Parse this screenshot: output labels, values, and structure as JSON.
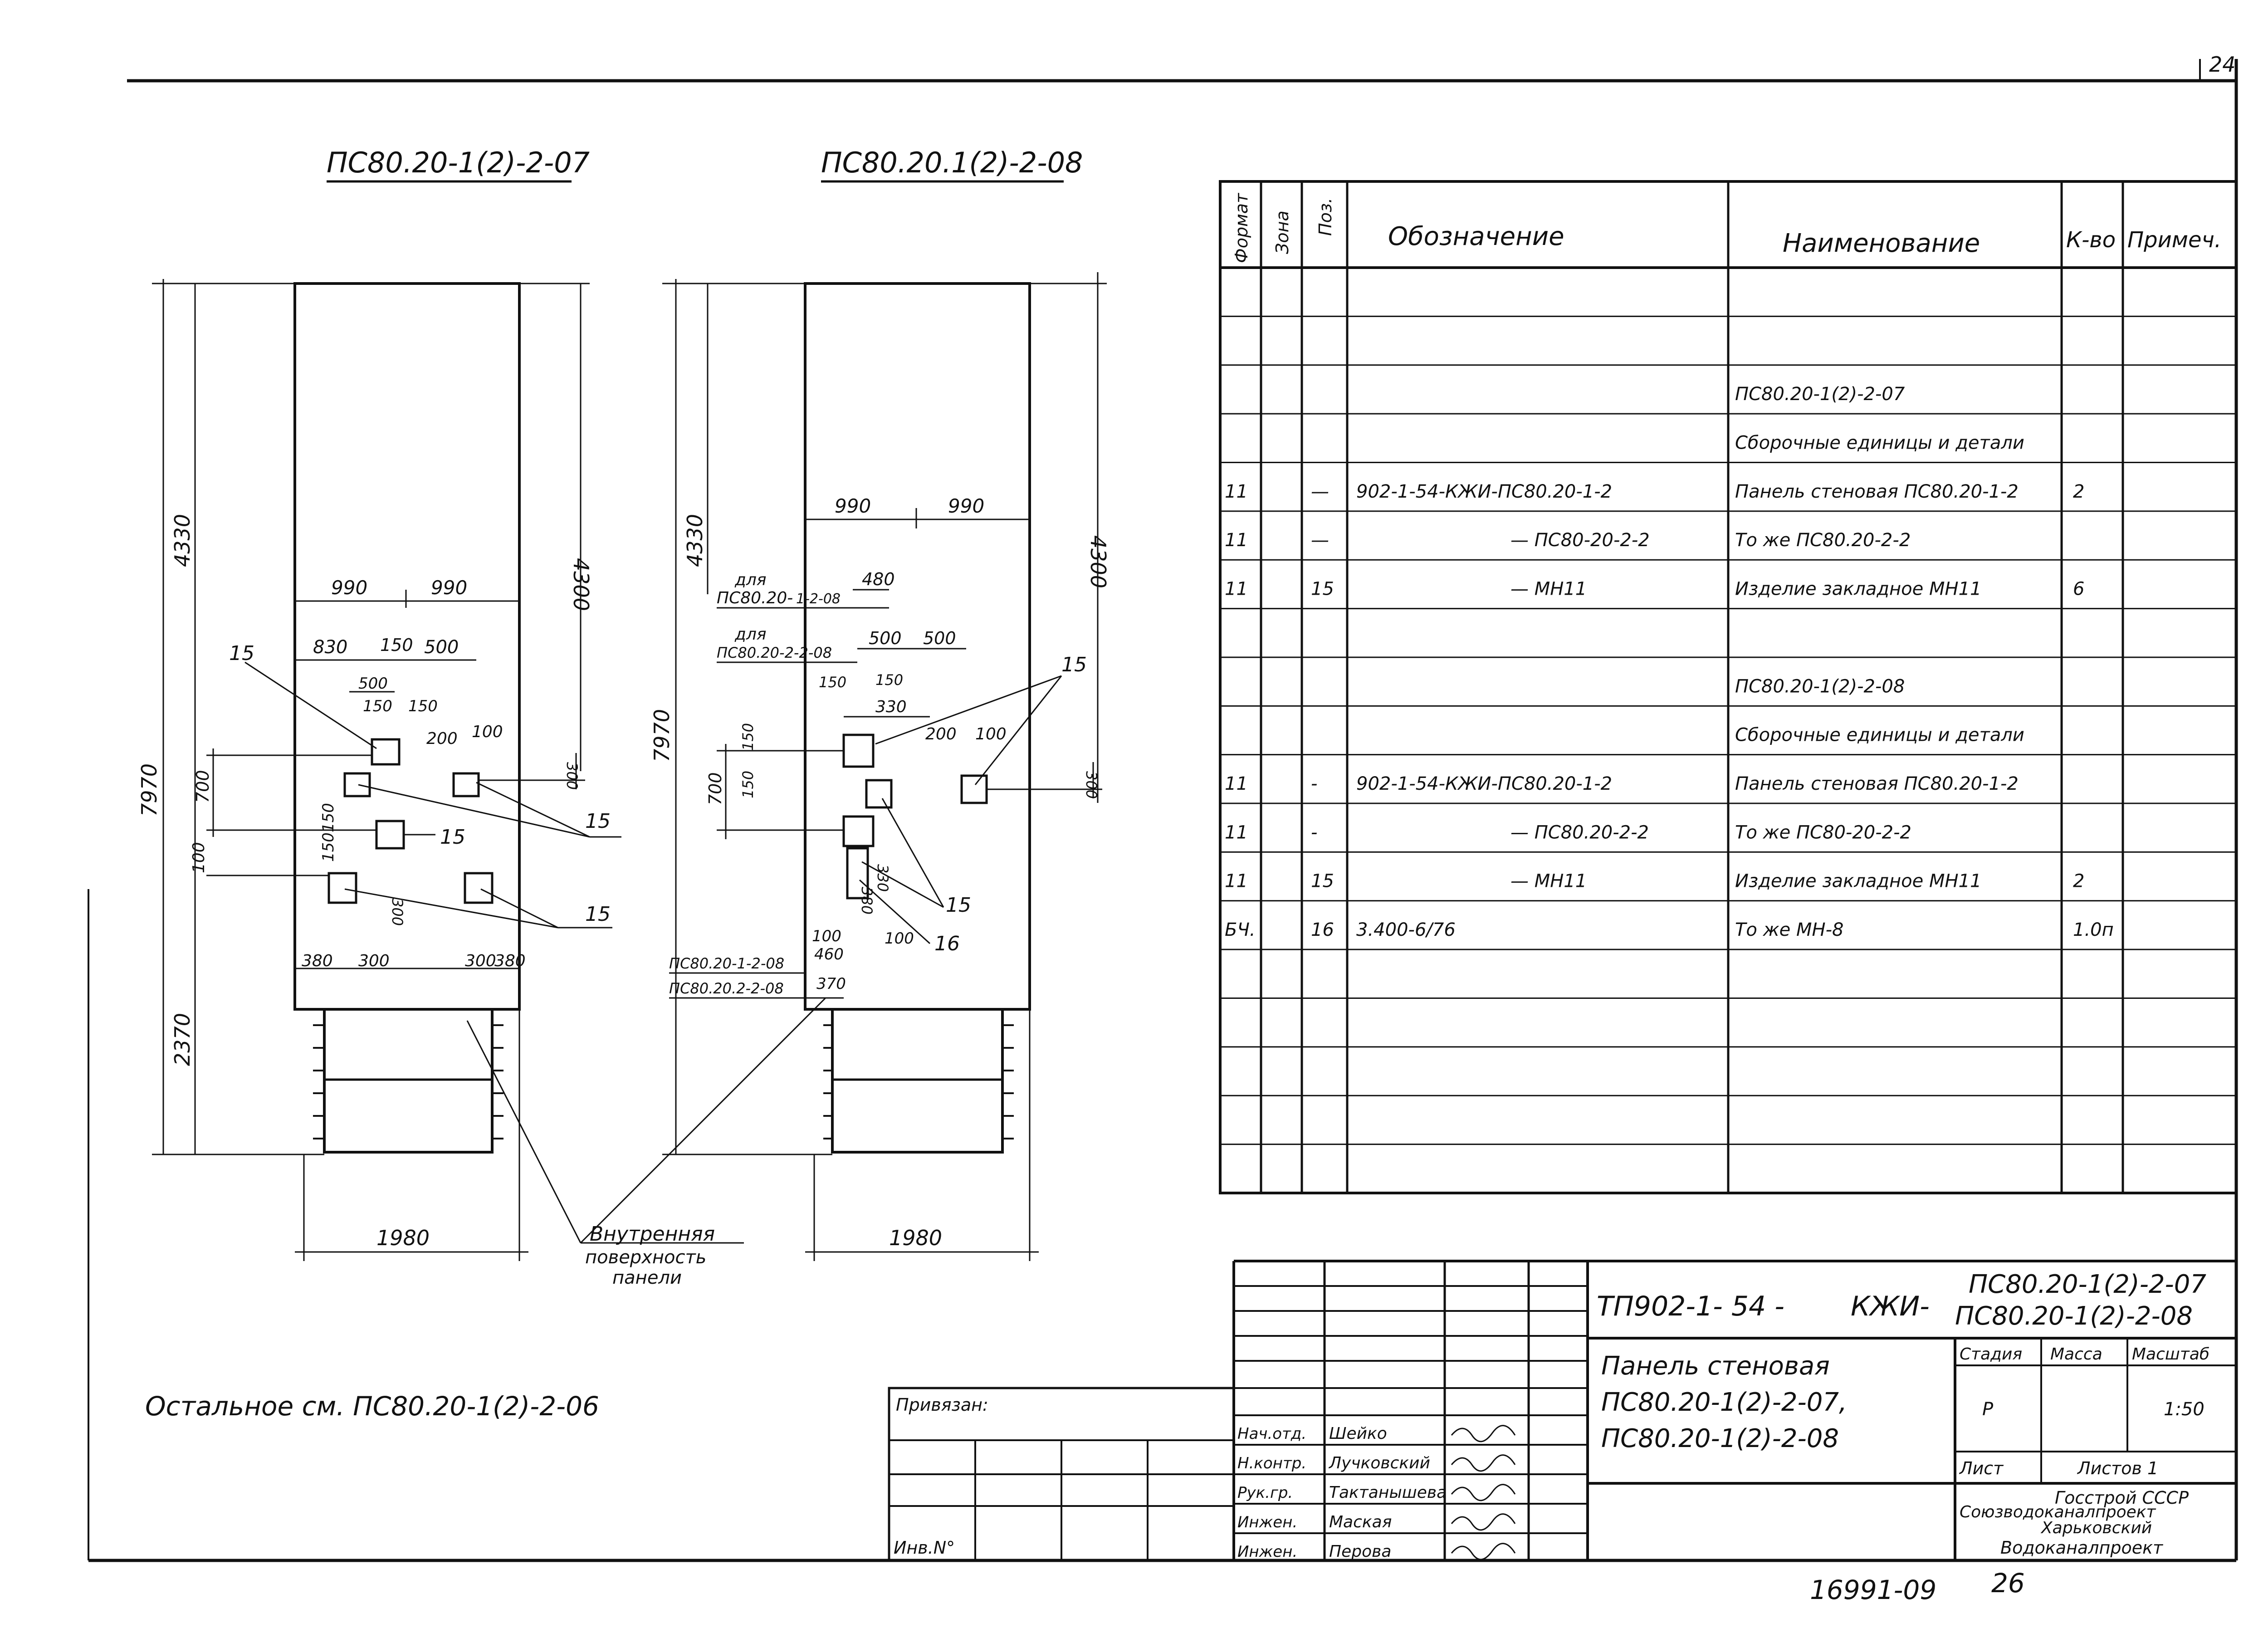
{
  "sheet": {
    "number": "24",
    "bottom_code": "16991-09",
    "bottom_page": "26"
  },
  "drawing1": {
    "title": "ПС80.20-1(2)-2-07",
    "dims": {
      "total_h": "7970",
      "upper_h": "4330",
      "right_h": "4300",
      "lower_h": "2370",
      "w_left": "990",
      "w_right": "990",
      "d830": "830",
      "d150": "150",
      "d500": "500",
      "d500b": "500",
      "d150b": "150",
      "d150c": "150",
      "d200": "200",
      "d100": "100",
      "d700": "700",
      "d150d": "150",
      "d150e": "150",
      "d100b": "100",
      "d300v": "300",
      "d300r": "300",
      "d300r2": "300",
      "b380": "380",
      "b300": "300",
      "b300r": "300",
      "b380r": "380",
      "width": "1980"
    },
    "callouts": {
      "p1": "15",
      "p2": "15",
      "p3": "15",
      "p4": "15"
    }
  },
  "drawing2": {
    "title": "ПС80.20.1(2)-2-08",
    "dims": {
      "total_h": "7970",
      "upper_h": "4330",
      "right_h": "4300",
      "w_left": "990",
      "w_right": "990",
      "d480": "480",
      "d500": "500",
      "d500b": "500",
      "d150": "150",
      "d150b": "150",
      "d330": "330",
      "d200": "200",
      "d100": "100",
      "d700": "700",
      "d150v": "150",
      "d150v2": "150",
      "d300": "300",
      "d100b": "100",
      "d460": "460",
      "d100c": "100",
      "d370": "370",
      "d330v": "330",
      "d380": "380",
      "width": "1980"
    },
    "labels": {
      "for1": "для",
      "for1b": "ПС80.20-",
      "for1c": "1-2-08",
      "for2": "для",
      "for2b": "ПС80.20-2-2-08",
      "ref1": "ПС80.20-1-2-08",
      "ref2": "ПС80.20.2-2-08"
    },
    "callouts": {
      "p1": "15",
      "p2": "15",
      "p3": "16"
    }
  },
  "inner_surface": {
    "line1": "Внутренняя",
    "line2": "поверхность",
    "line3": "панели"
  },
  "note": "Остальное см. ПС80.20-1(2)-2-06",
  "spec": {
    "headers": [
      "Формат",
      "Зона",
      "Поз.",
      "Обозначение",
      "Наименование",
      "К-во",
      "Примеч."
    ],
    "rows": [
      {
        "f": "",
        "z": "",
        "p": "",
        "d": "",
        "n": "",
        "q": "",
        "r": ""
      },
      {
        "f": "",
        "z": "",
        "p": "",
        "d": "",
        "n": "",
        "q": "",
        "r": ""
      },
      {
        "f": "",
        "z": "",
        "p": "",
        "d": "",
        "n": "ПС80.20-1(2)-2-07",
        "q": "",
        "r": ""
      },
      {
        "f": "",
        "z": "",
        "p": "",
        "d": "",
        "n": "Сборочные единицы и детали",
        "q": "",
        "r": ""
      },
      {
        "f": "11",
        "z": "",
        "p": "—",
        "d": "902-1-54-КЖИ-ПС80.20-1-2",
        "n": "Панель стеновая ПС80.20-1-2",
        "q": "2",
        "r": ""
      },
      {
        "f": "11",
        "z": "",
        "p": "—",
        "d": "— ПС80-20-2-2",
        "n": "То же       ПС80.20-2-2",
        "q": "",
        "r": ""
      },
      {
        "f": "11",
        "z": "",
        "p": "15",
        "d": "— МН11",
        "n": "Изделие закладное МН11",
        "q": "6",
        "r": ""
      },
      {
        "f": "",
        "z": "",
        "p": "",
        "d": "",
        "n": "",
        "q": "",
        "r": ""
      },
      {
        "f": "",
        "z": "",
        "p": "",
        "d": "",
        "n": "ПС80.20-1(2)-2-08",
        "q": "",
        "r": ""
      },
      {
        "f": "",
        "z": "",
        "p": "",
        "d": "",
        "n": "Сборочные единицы и детали",
        "q": "",
        "r": ""
      },
      {
        "f": "11",
        "z": "",
        "p": "-",
        "d": "902-1-54-КЖИ-ПС80.20-1-2",
        "n": "Панель стеновая ПС80.20-1-2",
        "q": "",
        "r": ""
      },
      {
        "f": "11",
        "z": "",
        "p": "-",
        "d": "— ПС80.20-2-2",
        "n": "То же       ПС80-20-2-2",
        "q": "",
        "r": ""
      },
      {
        "f": "11",
        "z": "",
        "p": "15",
        "d": "— МН11",
        "n": "Изделие закладное МН11",
        "q": "2",
        "r": ""
      },
      {
        "f": "БЧ.",
        "z": "",
        "p": "16",
        "d": "3.400-6/76",
        "n": "То же        МН-8",
        "q": "1.0п",
        "r": ""
      },
      {
        "f": "",
        "z": "",
        "p": "",
        "d": "",
        "n": "",
        "q": "",
        "r": ""
      },
      {
        "f": "",
        "z": "",
        "p": "",
        "d": "",
        "n": "",
        "q": "",
        "r": ""
      },
      {
        "f": "",
        "z": "",
        "p": "",
        "d": "",
        "n": "",
        "q": "",
        "r": ""
      },
      {
        "f": "",
        "z": "",
        "p": "",
        "d": "",
        "n": "",
        "q": "",
        "r": ""
      },
      {
        "f": "",
        "z": "",
        "p": "",
        "d": "",
        "n": "",
        "q": "",
        "r": ""
      }
    ]
  },
  "title_block": {
    "code": "ТП902-1- 54 -",
    "kzhi": "КЖИ-",
    "mark1": "ПС80.20-1(2)-2-07",
    "mark2": "ПС80.20-1(2)-2-08",
    "name1": "Панель стеновая",
    "name2": "ПС80.20-1(2)-2-07,",
    "name3": "ПС80.20-1(2)-2-08",
    "stage_h": "Стадия",
    "mass_h": "Масса",
    "scale_h": "Масштаб",
    "stage": "Р",
    "scale": "1:50",
    "sheet_h": "Лист",
    "sheets_h": "Листов 1",
    "org1": "Госстрой СССР",
    "org2": "Союзводоканалпроект",
    "org3": "Харьковский",
    "org4": "Водоканалпроект",
    "bound": "Привязан:",
    "inv": "Инв.N°",
    "people": [
      {
        "role": "Нач.отд.",
        "name": "Шейко"
      },
      {
        "role": "Н.контр.",
        "name": "Лучковский"
      },
      {
        "role": "Рук.гр.",
        "name": "Тактанышева"
      },
      {
        "role": "Инжен.",
        "name": "Маская"
      },
      {
        "role": "Инжен.",
        "name": "Перова"
      }
    ]
  }
}
